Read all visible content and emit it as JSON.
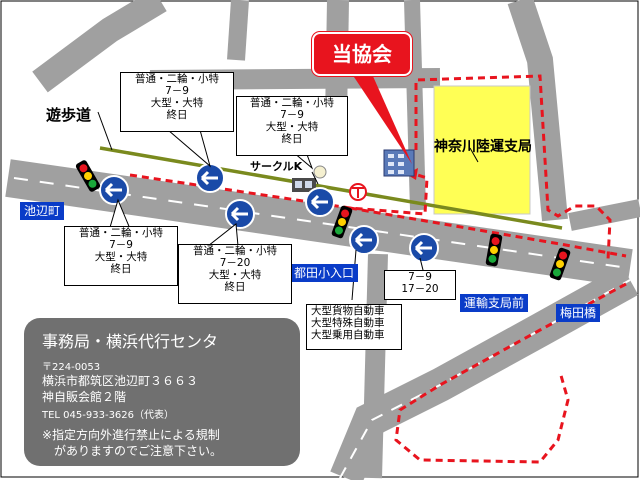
{
  "title": "当協会",
  "labels": {
    "walkway": "遊歩道",
    "branch": "神奈川陸運支局",
    "circle_k": "サークルK"
  },
  "places": {
    "ikenobe": "池辺町",
    "tsuzuki_school": "都田小入口",
    "unyu_mae": "運輸支局前",
    "umeda_bashi": "梅田橋"
  },
  "restrictions": {
    "top_left": [
      "普通・二輪・小特",
      "7－9",
      "大型・大特",
      "終日"
    ],
    "top_center": [
      "普通・二輪・小特",
      "7－9",
      "大型・大特",
      "終日"
    ],
    "left_mid": [
      "普通・二輪・小特",
      "7－9",
      "大型・大特",
      "終日"
    ],
    "center_mid": [
      "普通・二輪・小特",
      "7－20",
      "大型・大特",
      "終日"
    ],
    "time_small": [
      "7－9",
      "17－20"
    ],
    "vehicles": [
      "大型貨物自動車",
      "大型特殊自動車",
      "大型乗用自動車"
    ]
  },
  "office": {
    "name": "事務局・横浜代行センタ",
    "postal": "〒224-0053",
    "address1": "横浜市都筑区池辺町３６６３",
    "address2": "神自販会館２階",
    "tel": "TEL 045-933-3626（代表）",
    "note1": "※指定方向外進行禁止による規制",
    "note2": "　がありますのでご注意下さい。"
  },
  "colors": {
    "road": "#a0a0a0",
    "route": "#e8141e",
    "walkway": "#7a8a1e",
    "branch_fill": "#ffff55",
    "sign_blue": "#1a4aa8",
    "badge_red": "#e8141e",
    "office_bg": "#707070"
  }
}
